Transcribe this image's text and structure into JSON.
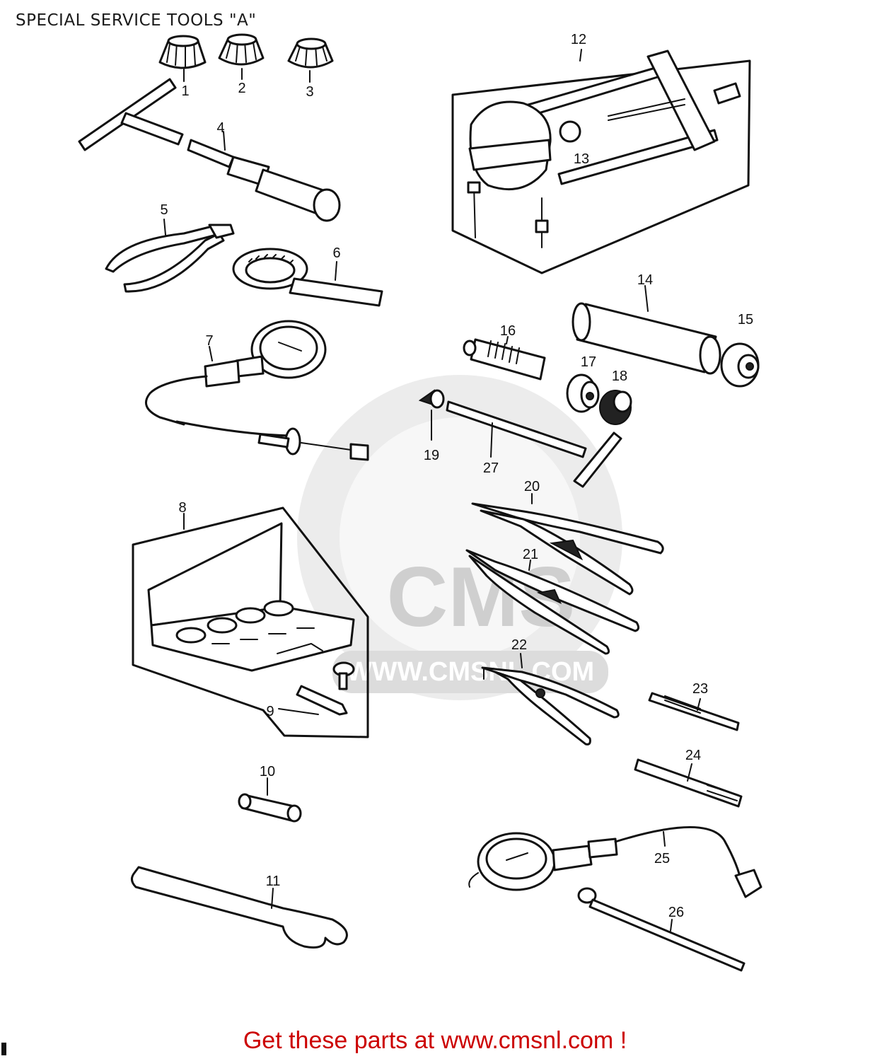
{
  "title": "SPECIAL SERVICE TOOLS \"A\"",
  "footer": "Get these parts at www.cmsnl.com !",
  "watermark": {
    "brand": "CMS",
    "url": "WWW.CMSNL.COM"
  },
  "colors": {
    "line": "#111111",
    "footer": "#cc0000",
    "watermark": "#dcdcdc"
  },
  "callouts": [
    "1",
    "2",
    "3",
    "4",
    "5",
    "6",
    "7",
    "8",
    "9",
    "10",
    "11",
    "12",
    "13",
    "14",
    "15",
    "16",
    "17",
    "18",
    "19",
    "20",
    "21",
    "22",
    "23",
    "24",
    "25",
    "26",
    "27"
  ]
}
